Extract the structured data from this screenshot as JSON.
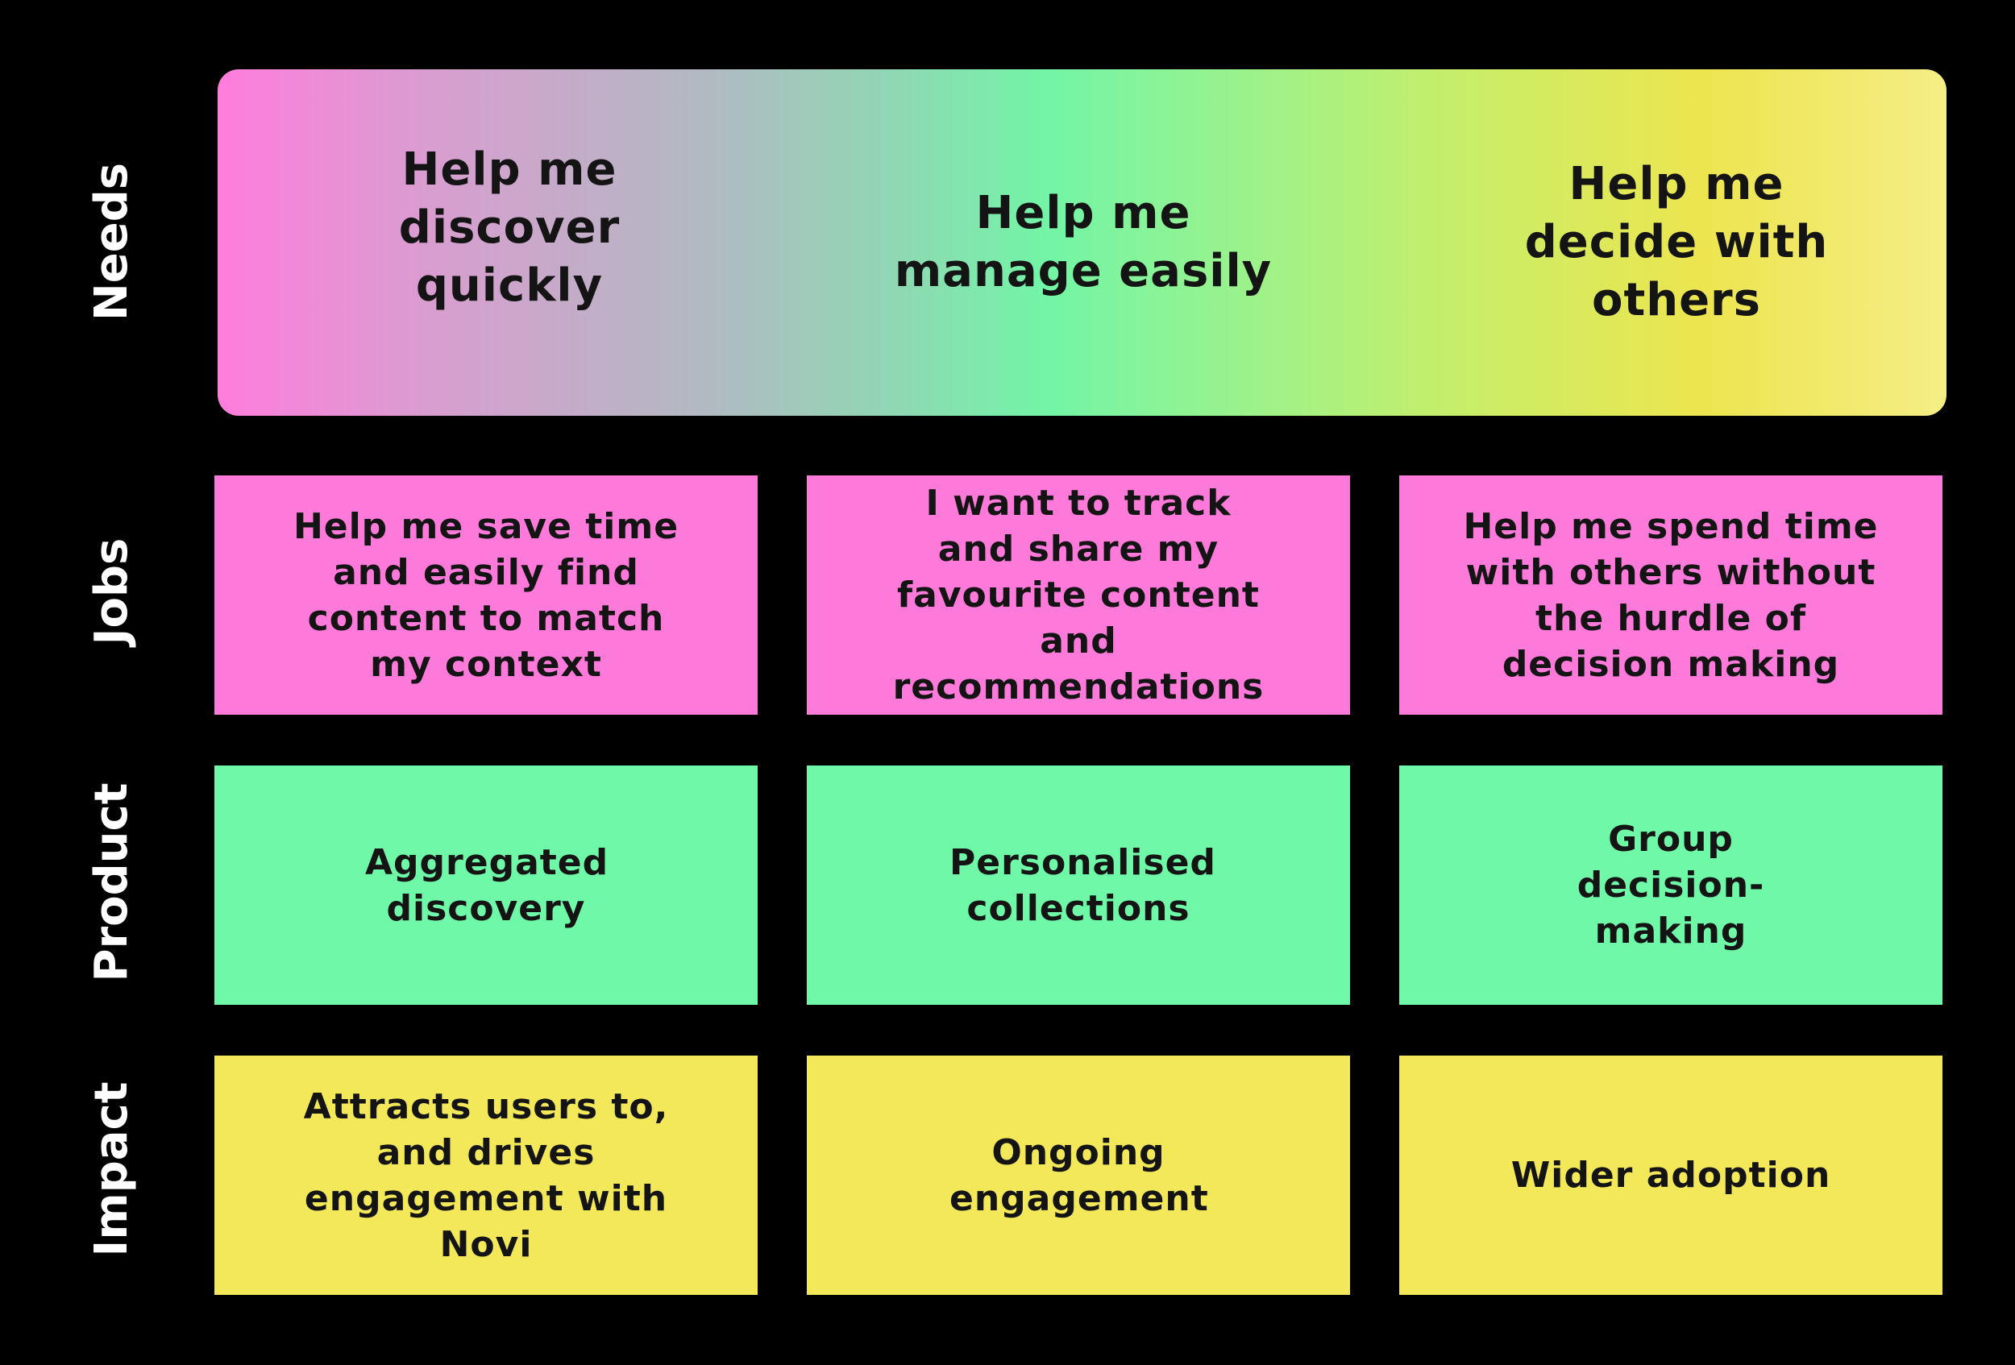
{
  "rows": {
    "needs": "Needs",
    "jobs": "Jobs",
    "product": "Product",
    "impact": "Impact"
  },
  "needs": [
    "Help me discover quickly",
    "Help me manage easily",
    "Help me decide with others"
  ],
  "jobs": [
    "Help me save time and easily find content to match my context",
    "I want to track and share my favourite content and recommendations",
    "Help me spend time with others without the hurdle of decision making"
  ],
  "product": [
    "Aggregated discovery",
    "Personalised collections",
    "Group decision-making"
  ],
  "impact": [
    "Attracts users to, and drives engagement with Novi",
    "Ongoing engagement",
    "Wider adoption"
  ],
  "colors": {
    "background": "#000000",
    "jobs": "#fd7ada",
    "product": "#6ff8a7",
    "impact": "#f3e85a",
    "gradient": [
      "#ff7ddc",
      "#72f5a6",
      "#ede54f"
    ]
  }
}
